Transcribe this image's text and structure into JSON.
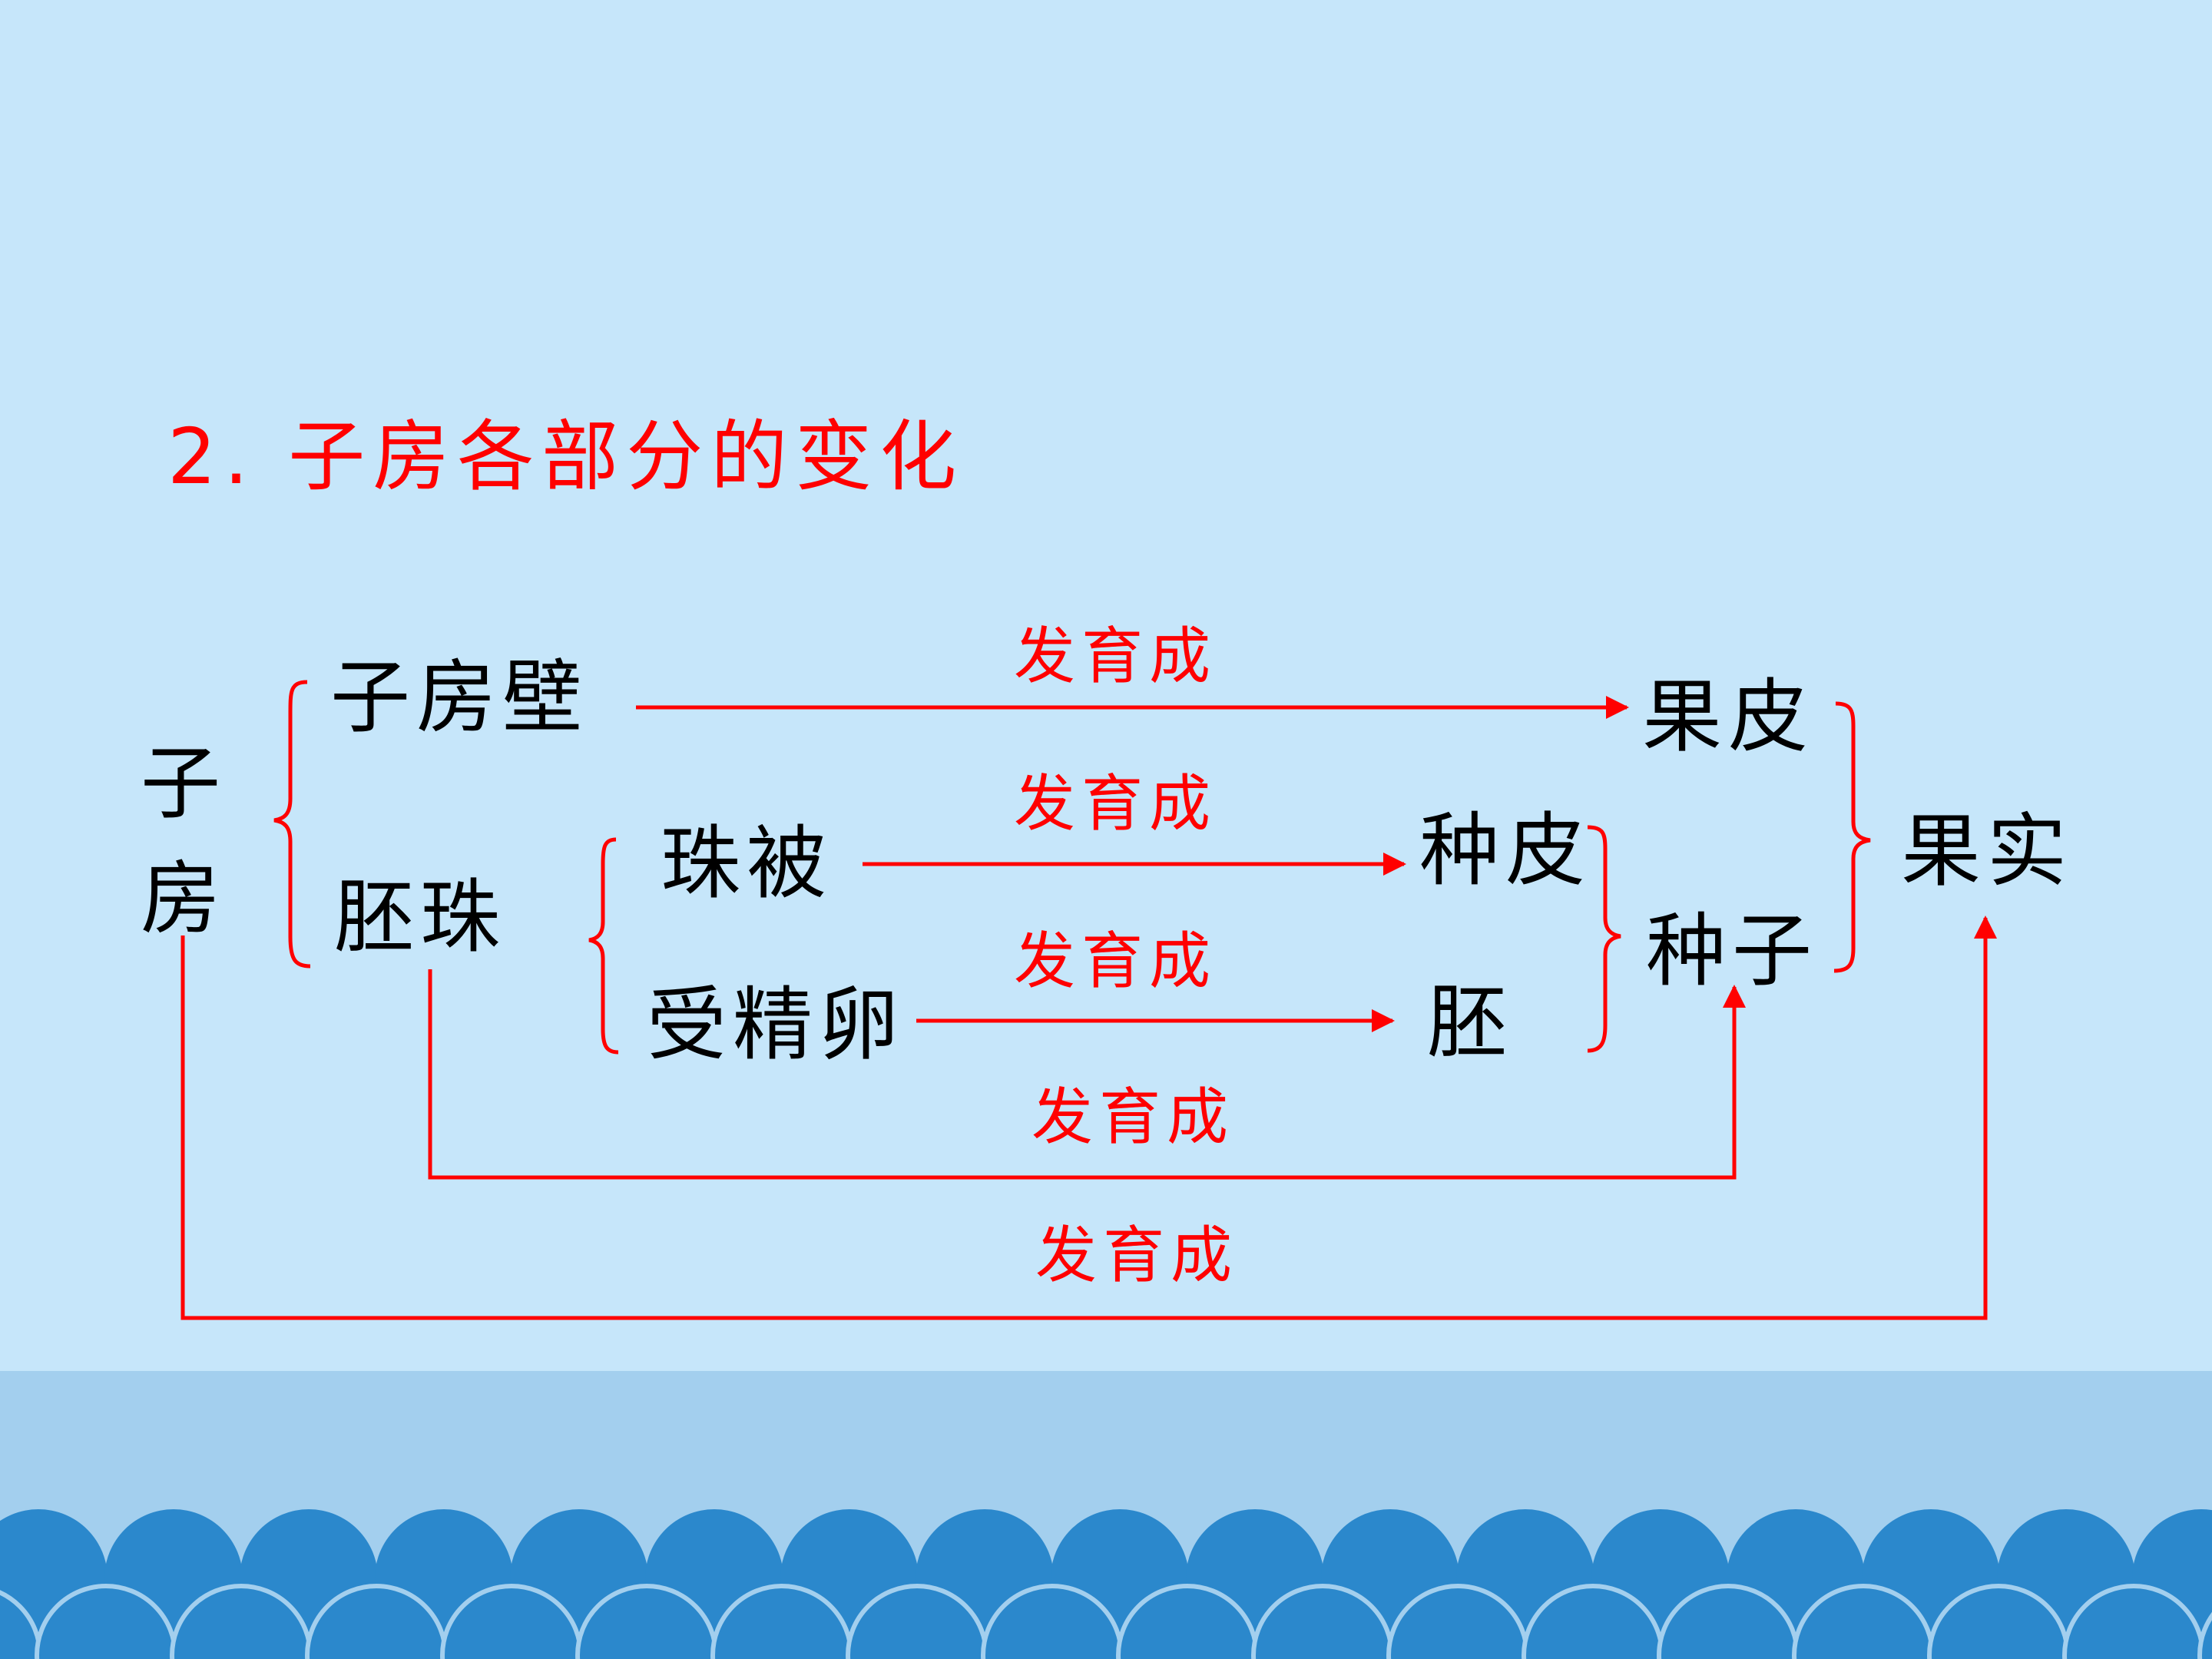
{
  "title": "2. 子房各部分的变化",
  "verb": "发育成",
  "nodes": {
    "ovary": "子房",
    "ovary_wall": "子房壁",
    "ovule": "胚珠",
    "integument": "珠被",
    "fertilized_egg": "受精卵",
    "pericarp": "果皮",
    "seed_coat": "种皮",
    "embryo": "胚",
    "seed": "种子",
    "fruit": "果实"
  },
  "colors": {
    "background": "#c6e6fa",
    "band": "#a3cfee",
    "waves": "#2b88cc",
    "accent": "#ff0000",
    "text": "#000000"
  }
}
